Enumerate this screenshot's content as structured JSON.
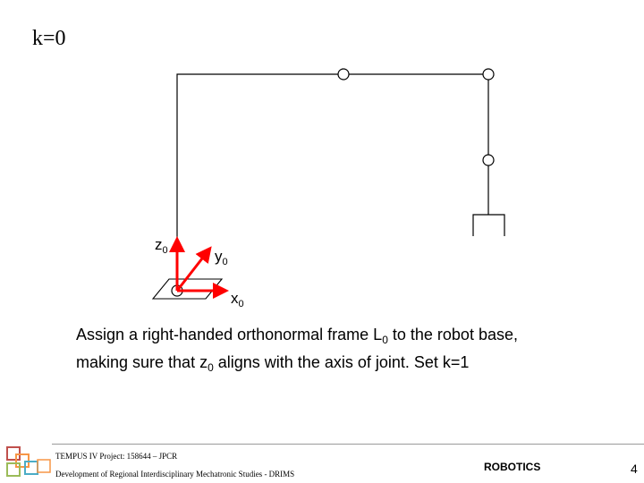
{
  "slide": {
    "title": "k=0"
  },
  "diagram": {
    "axis_labels": {
      "z": {
        "base": "z",
        "sub": "0"
      },
      "y": {
        "base": "y",
        "sub": "0"
      },
      "x": {
        "base": "x",
        "sub": "0"
      }
    },
    "colors": {
      "frame_axes": "#ff0000",
      "links": "#000000"
    }
  },
  "caption": {
    "line1_a": "Assign a right-handed orthonormal frame L",
    "line1_sub": "0",
    "line1_b": " to the robot base,",
    "line2_a": "making sure that z",
    "line2_sub": "0",
    "line2_b": " aligns with the axis of joint. Set k=1"
  },
  "footer": {
    "project": "TEMPUS IV Project: 158644 – JPCR",
    "program": "Development of Regional Interdisciplinary Mechatronic Studies - DRIMS",
    "course": "ROBOTICS",
    "page": "4",
    "logo_colors": [
      "#c0504d",
      "#f79646",
      "#4bacc6",
      "#9bbb59"
    ]
  }
}
